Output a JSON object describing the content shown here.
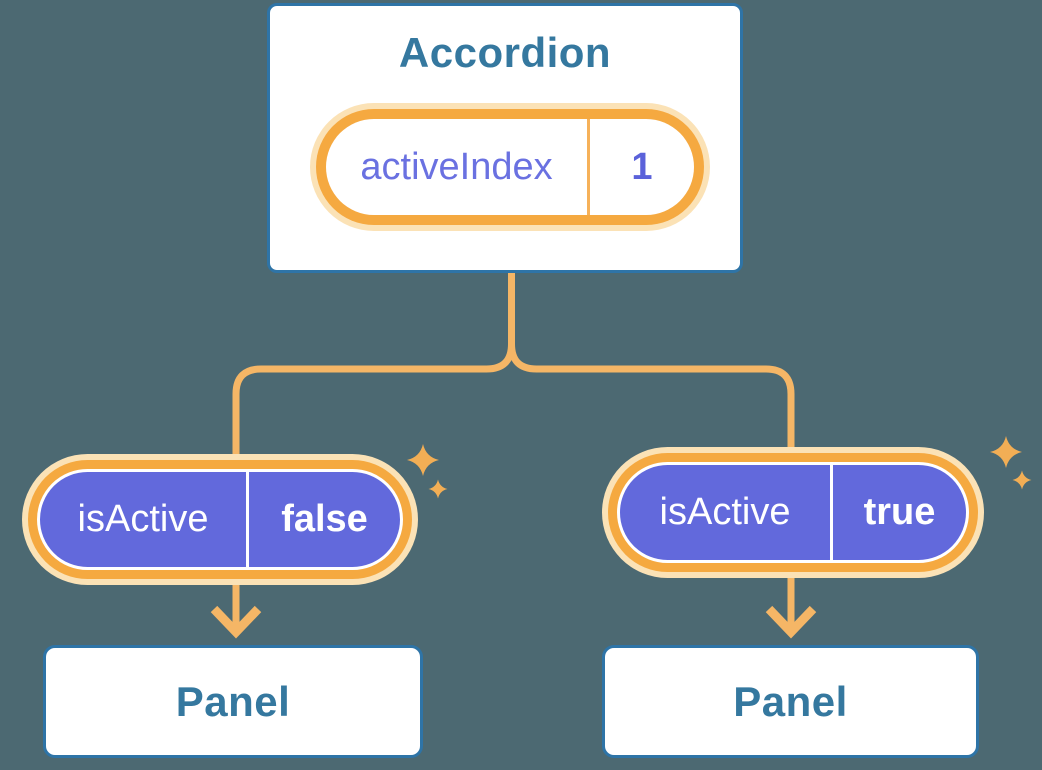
{
  "diagram": {
    "accordion": {
      "title": "Accordion",
      "state": {
        "name": "activeIndex",
        "value": "1"
      }
    },
    "children": [
      {
        "prop": {
          "name": "isActive",
          "value": "false"
        },
        "panel": {
          "title": "Panel"
        }
      },
      {
        "prop": {
          "name": "isActive",
          "value": "true"
        },
        "panel": {
          "title": "Panel"
        }
      }
    ],
    "icons": {
      "sparkle": "sparkle-icon"
    },
    "colors": {
      "background": "#4C6972",
      "card_border": "#2E74A7",
      "card_title": "#35789F",
      "orange_ring": "#F5A940",
      "orange_glow": "#FBE2B6",
      "orange_divider": "#F6B159",
      "wire": "#F5B666",
      "sparkle": "#F2AE55",
      "purple_fill": "#6269DC",
      "purple_text": "#6A71E1",
      "value_text": "#5B62DA"
    }
  }
}
